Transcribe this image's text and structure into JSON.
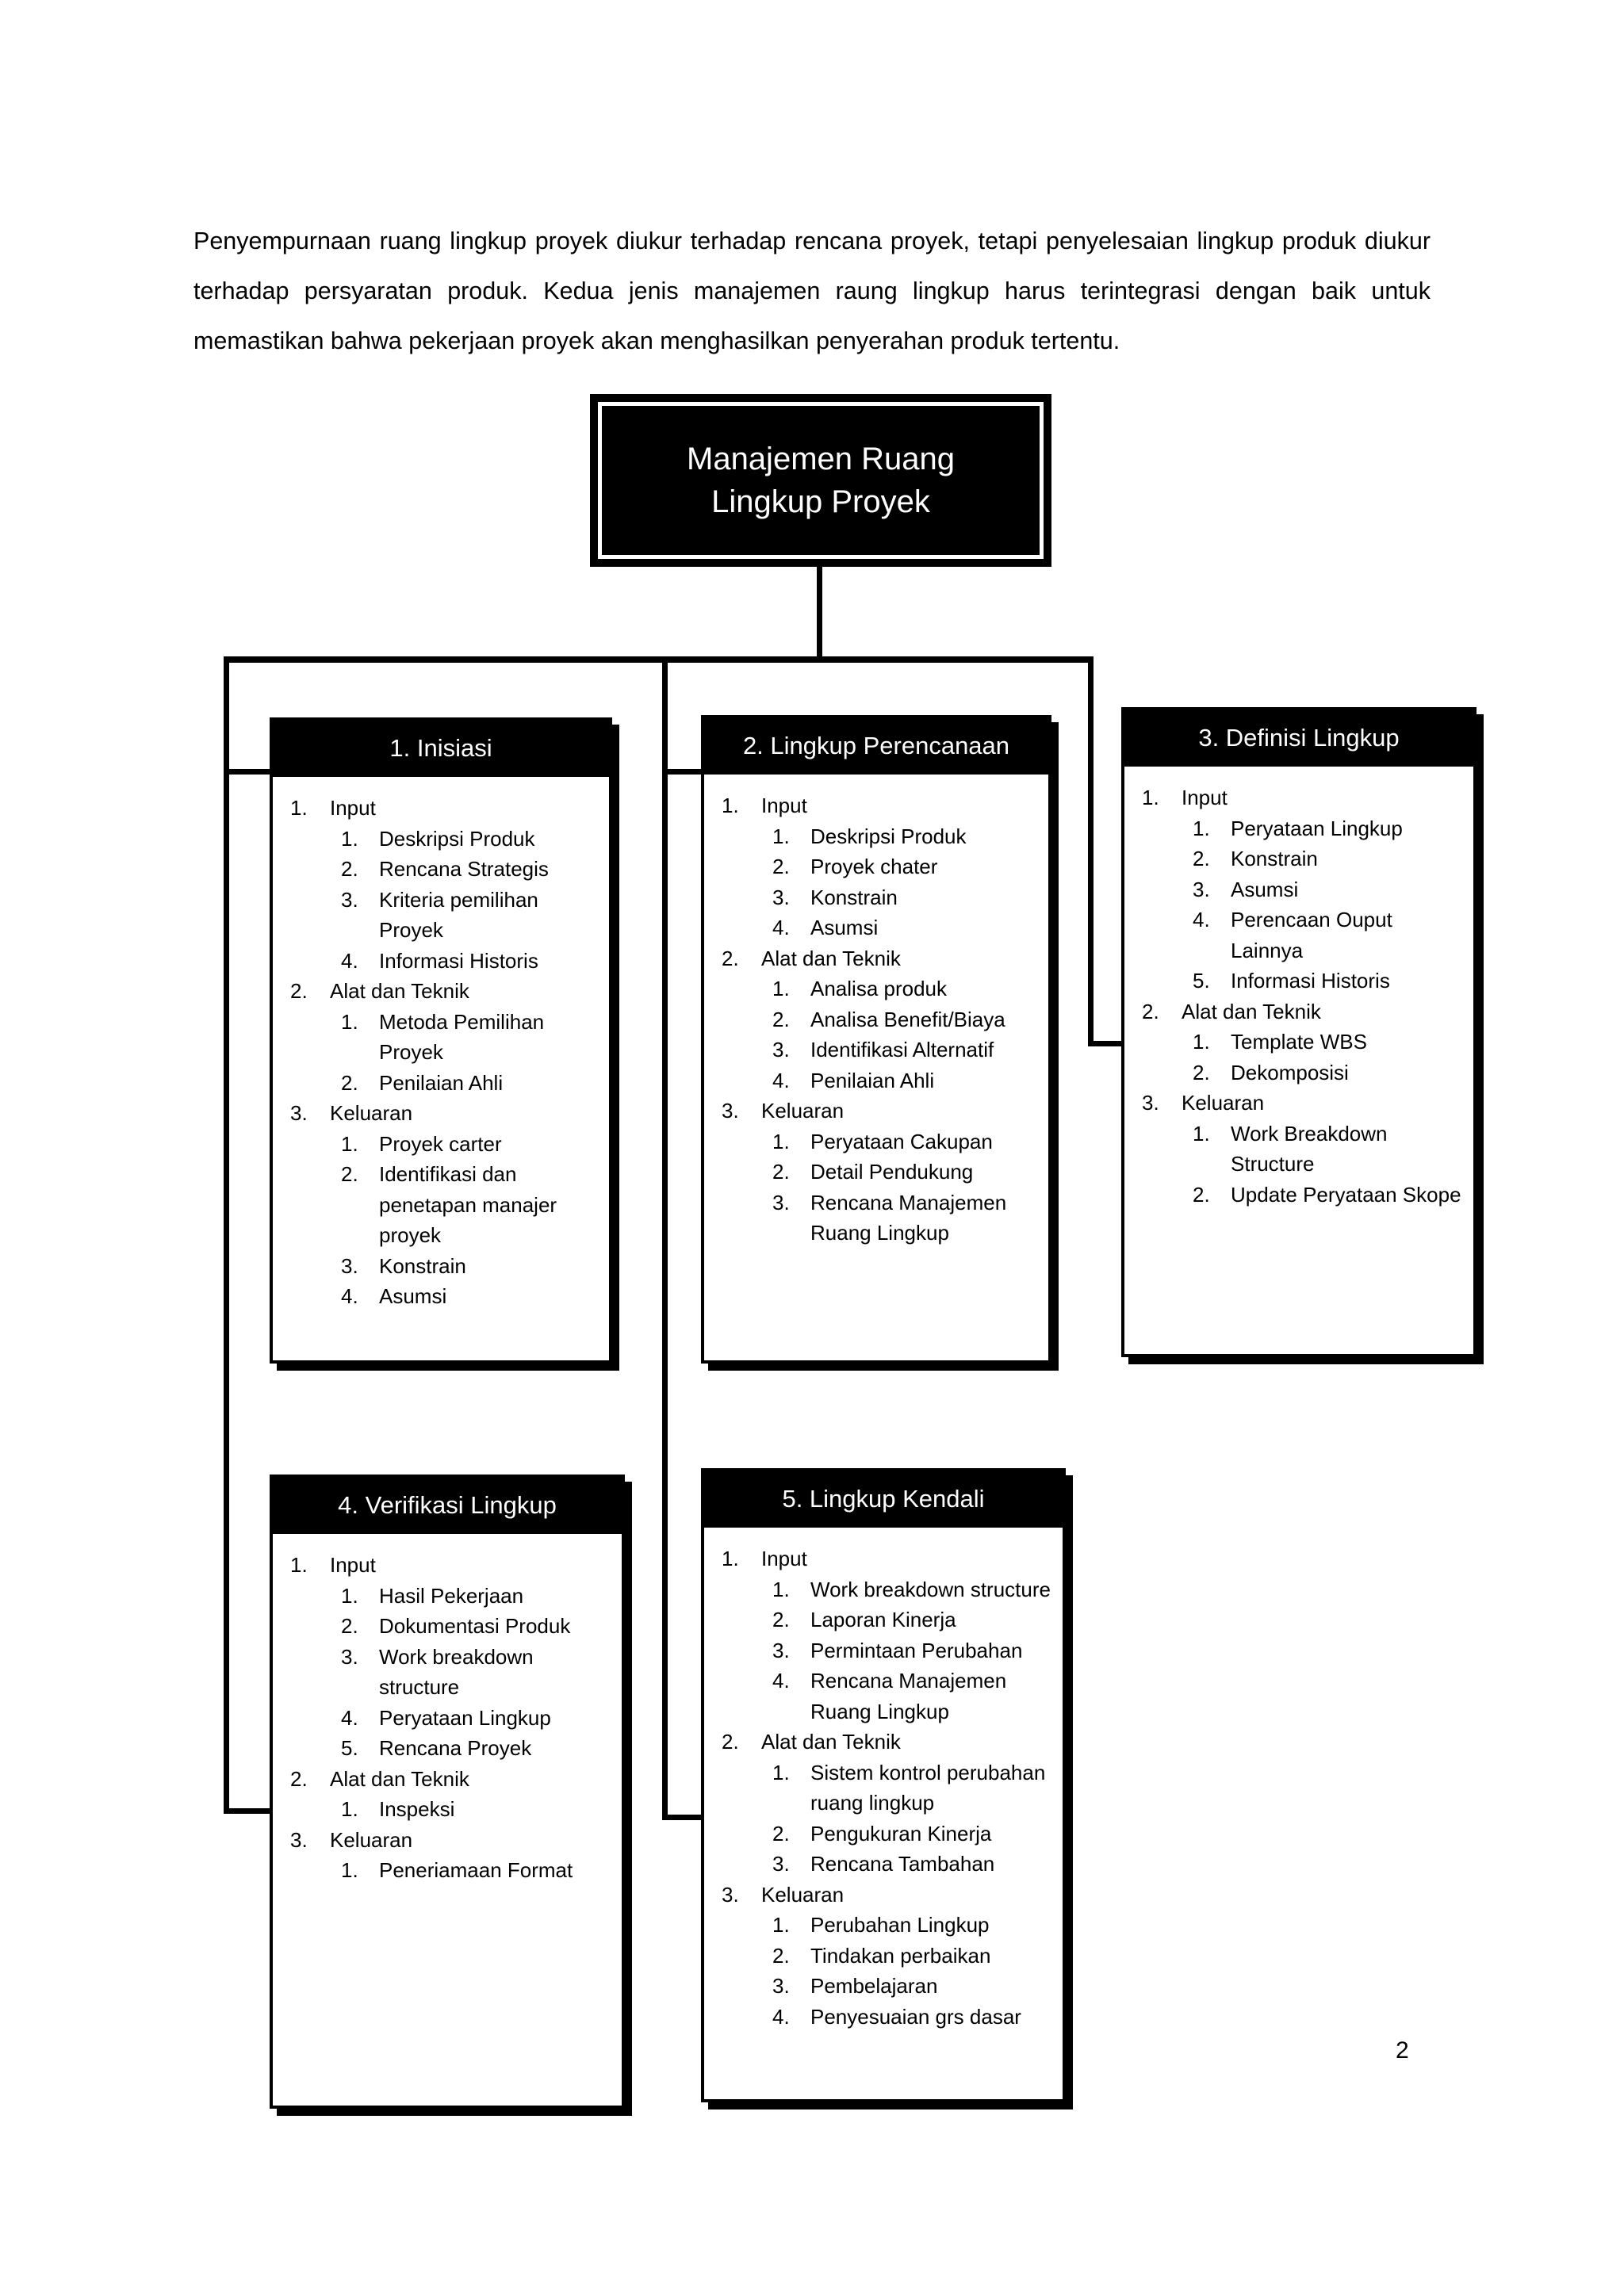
{
  "document": {
    "paragraph": "Penyempurnaan ruang lingkup proyek diukur terhadap rencana proyek, tetapi penyelesaian lingkup produk diukur terhadap persyaratan produk. Kedua jenis manajemen raung lingkup harus terintegrasi dengan baik untuk memastikan bahwa pekerjaan proyek akan menghasilkan penyerahan produk tertentu.",
    "page_number": "2"
  },
  "diagram": {
    "root": {
      "title_line1": "Manajemen Ruang",
      "title_line2": "Lingkup Proyek"
    },
    "colors": {
      "header_fill": "#000000",
      "header_text": "#ffffff",
      "body_fill": "#ffffff",
      "border": "#000000",
      "connector": "#000000"
    },
    "nodes": [
      {
        "id": "node-1",
        "header": "1. Inisiasi",
        "sections": [
          {
            "label": "Input",
            "items": [
              "Deskripsi Produk",
              "Rencana Strategis",
              "Kriteria pemilihan Proyek",
              "Informasi Historis"
            ]
          },
          {
            "label": "Alat dan Teknik",
            "items": [
              "Metoda Pemilihan Proyek",
              "Penilaian Ahli"
            ]
          },
          {
            "label": "Keluaran",
            "items": [
              "Proyek carter",
              "Identifikasi dan penetapan manajer proyek",
              "Konstrain",
              "Asumsi"
            ]
          }
        ]
      },
      {
        "id": "node-2",
        "header": "2. Lingkup Perencanaan",
        "sections": [
          {
            "label": "Input",
            "items": [
              "Deskripsi Produk",
              "Proyek chater",
              "Konstrain",
              "Asumsi"
            ]
          },
          {
            "label": "Alat dan Teknik",
            "items": [
              "Analisa produk",
              "Analisa Benefit/Biaya",
              "Identifikasi Alternatif",
              "Penilaian Ahli"
            ]
          },
          {
            "label": "Keluaran",
            "items": [
              "Peryataan Cakupan",
              "Detail Pendukung",
              "Rencana Manajemen Ruang Lingkup"
            ]
          }
        ]
      },
      {
        "id": "node-3",
        "header": "3. Definisi Lingkup",
        "sections": [
          {
            "label": "Input",
            "items": [
              "Peryataan Lingkup",
              "Konstrain",
              "Asumsi",
              "Perencaan Ouput Lainnya",
              "Informasi Historis"
            ]
          },
          {
            "label": "Alat dan Teknik",
            "items": [
              "Template WBS",
              "Dekomposisi"
            ]
          },
          {
            "label": "Keluaran",
            "items": [
              "Work Breakdown Structure",
              "Update Peryataan Skope"
            ]
          }
        ]
      },
      {
        "id": "node-4",
        "header": "4. Verifikasi Lingkup",
        "sections": [
          {
            "label": "Input",
            "items": [
              "Hasil Pekerjaan",
              "Dokumentasi Produk",
              "Work breakdown structure",
              "Peryataan Lingkup",
              "Rencana Proyek"
            ]
          },
          {
            "label": "Alat dan Teknik",
            "items": [
              "Inspeksi"
            ]
          },
          {
            "label": "Keluaran",
            "items": [
              "Peneriamaan Format"
            ]
          }
        ]
      },
      {
        "id": "node-5",
        "header": "5. Lingkup Kendali",
        "sections": [
          {
            "label": "Input",
            "items": [
              "Work breakdown structure",
              "Laporan Kinerja",
              "Permintaan Perubahan",
              "Rencana Manajemen Ruang Lingkup"
            ]
          },
          {
            "label": "Alat dan Teknik",
            "items": [
              "Sistem kontrol perubahan ruang lingkup",
              "Pengukuran Kinerja",
              "Rencana Tambahan"
            ]
          },
          {
            "label": "Keluaran",
            "items": [
              "Perubahan Lingkup",
              "Tindakan perbaikan",
              "Pembelajaran",
              "Penyesuaian grs dasar"
            ]
          }
        ]
      }
    ]
  }
}
